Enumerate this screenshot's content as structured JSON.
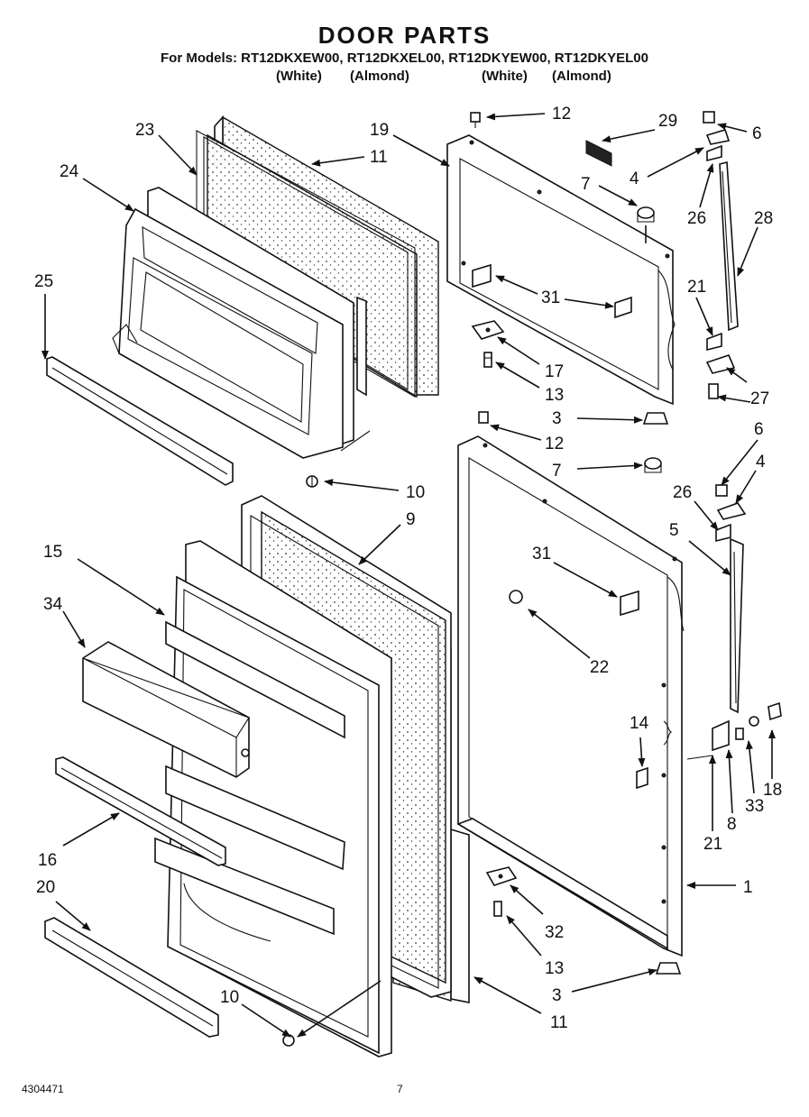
{
  "header": {
    "title": "DOOR PARTS",
    "models": "For Models: RT12DKXEW00, RT12DKXEL00, RT12DKYEW00, RT12DKYEL00",
    "colors": [
      "(White)",
      "(Almond)",
      "(White)",
      "(Almond)"
    ]
  },
  "callouts": [
    "23",
    "11",
    "24",
    "25",
    "10",
    "19",
    "12",
    "29",
    "6",
    "7",
    "4",
    "26",
    "28",
    "31",
    "21",
    "17",
    "13",
    "27",
    "3",
    "6",
    "12",
    "7",
    "4",
    "26",
    "5",
    "9",
    "15",
    "34",
    "31",
    "22",
    "14",
    "18",
    "33",
    "8",
    "21",
    "16",
    "20",
    "1",
    "32",
    "13",
    "10",
    "3",
    "11"
  ],
  "footer": {
    "doc_number": "4304471",
    "page_number": "7"
  }
}
